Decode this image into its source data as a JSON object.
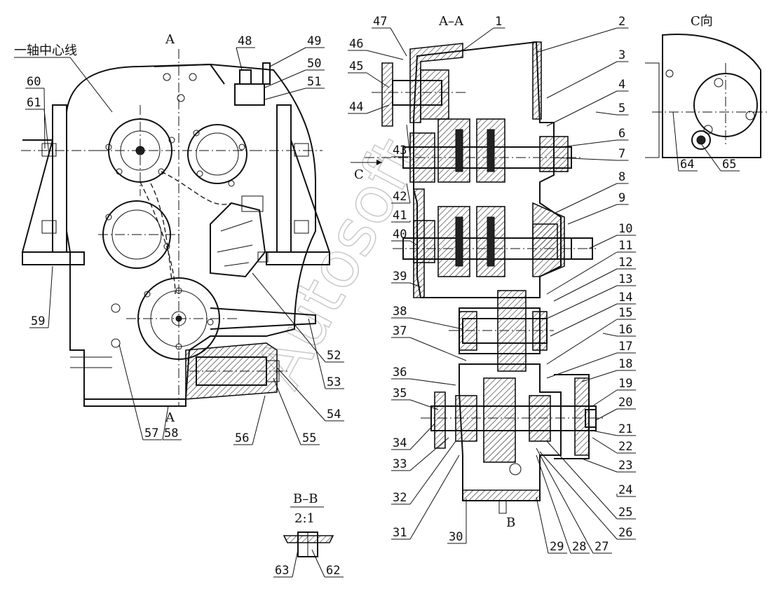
{
  "drawing": {
    "view_labels": {
      "section_aa": "A–A",
      "arrow_a_top": "A",
      "arrow_a_bottom": "A",
      "direction_c": "C向",
      "arrow_c": "C",
      "arrow_b": "B",
      "first_shaft_centerline": "一轴中心线",
      "detail_bb": "B–B",
      "detail_scale": "2:1"
    },
    "watermark": "Autosoft",
    "callouts": [
      "1",
      "2",
      "3",
      "4",
      "5",
      "6",
      "7",
      "8",
      "9",
      "10",
      "11",
      "12",
      "13",
      "14",
      "15",
      "16",
      "17",
      "18",
      "19",
      "20",
      "21",
      "22",
      "23",
      "24",
      "25",
      "26",
      "27",
      "28",
      "29",
      "30",
      "31",
      "32",
      "33",
      "34",
      "35",
      "36",
      "37",
      "38",
      "39",
      "40",
      "41",
      "42",
      "43",
      "44",
      "45",
      "46",
      "47",
      "48",
      "49",
      "50",
      "51",
      "52",
      "53",
      "54",
      "55",
      "56",
      "57",
      "58",
      "59",
      "60",
      "61",
      "62",
      "63",
      "64",
      "65"
    ]
  }
}
